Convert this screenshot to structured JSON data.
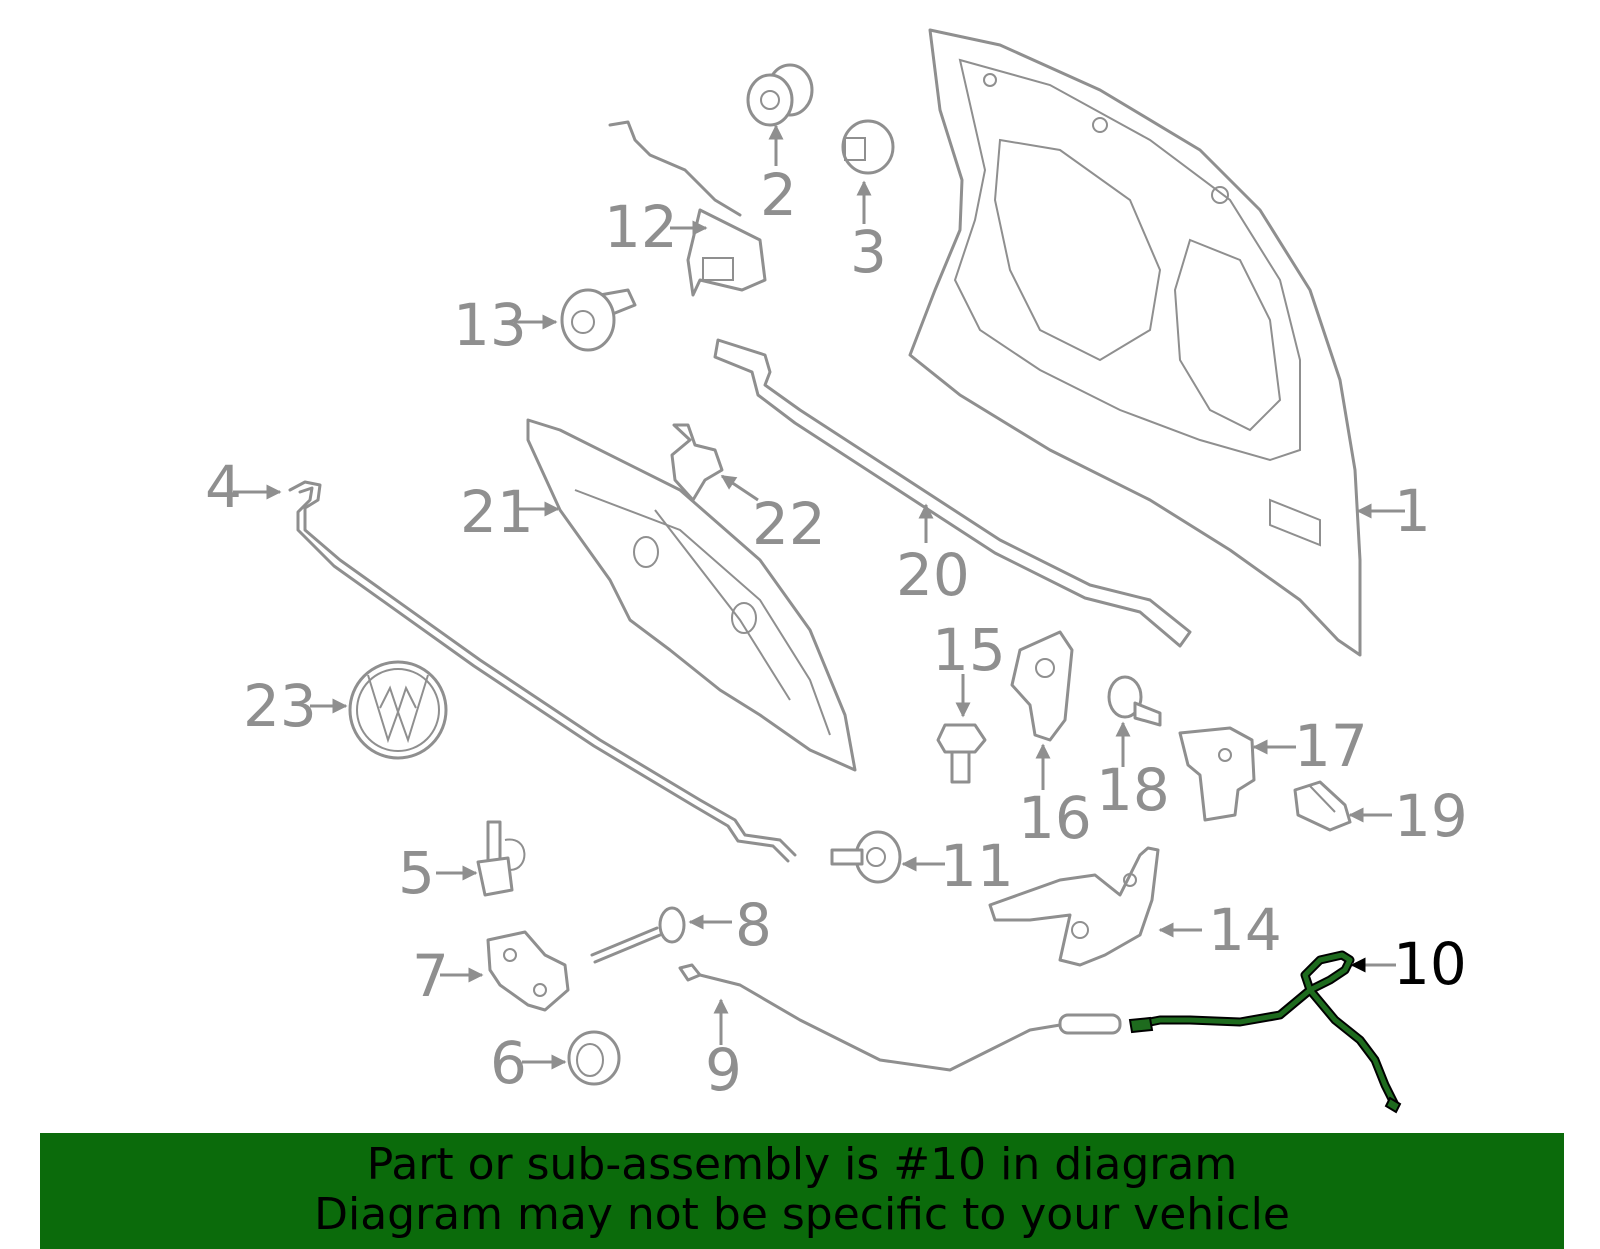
{
  "diagram": {
    "highlighted_part": "10",
    "highlight_color": "#1e6b1e",
    "part_color": "#8f8f8f",
    "callouts": [
      "1",
      "2",
      "3",
      "4",
      "5",
      "6",
      "7",
      "8",
      "9",
      "10",
      "11",
      "12",
      "13",
      "14",
      "15",
      "16",
      "17",
      "18",
      "19",
      "20",
      "21",
      "22",
      "23"
    ]
  },
  "banner": {
    "background": "#0b6b0b",
    "line1": "Part or sub-assembly is #10 in diagram",
    "line2": "Diagram may not be specific to your vehicle"
  }
}
